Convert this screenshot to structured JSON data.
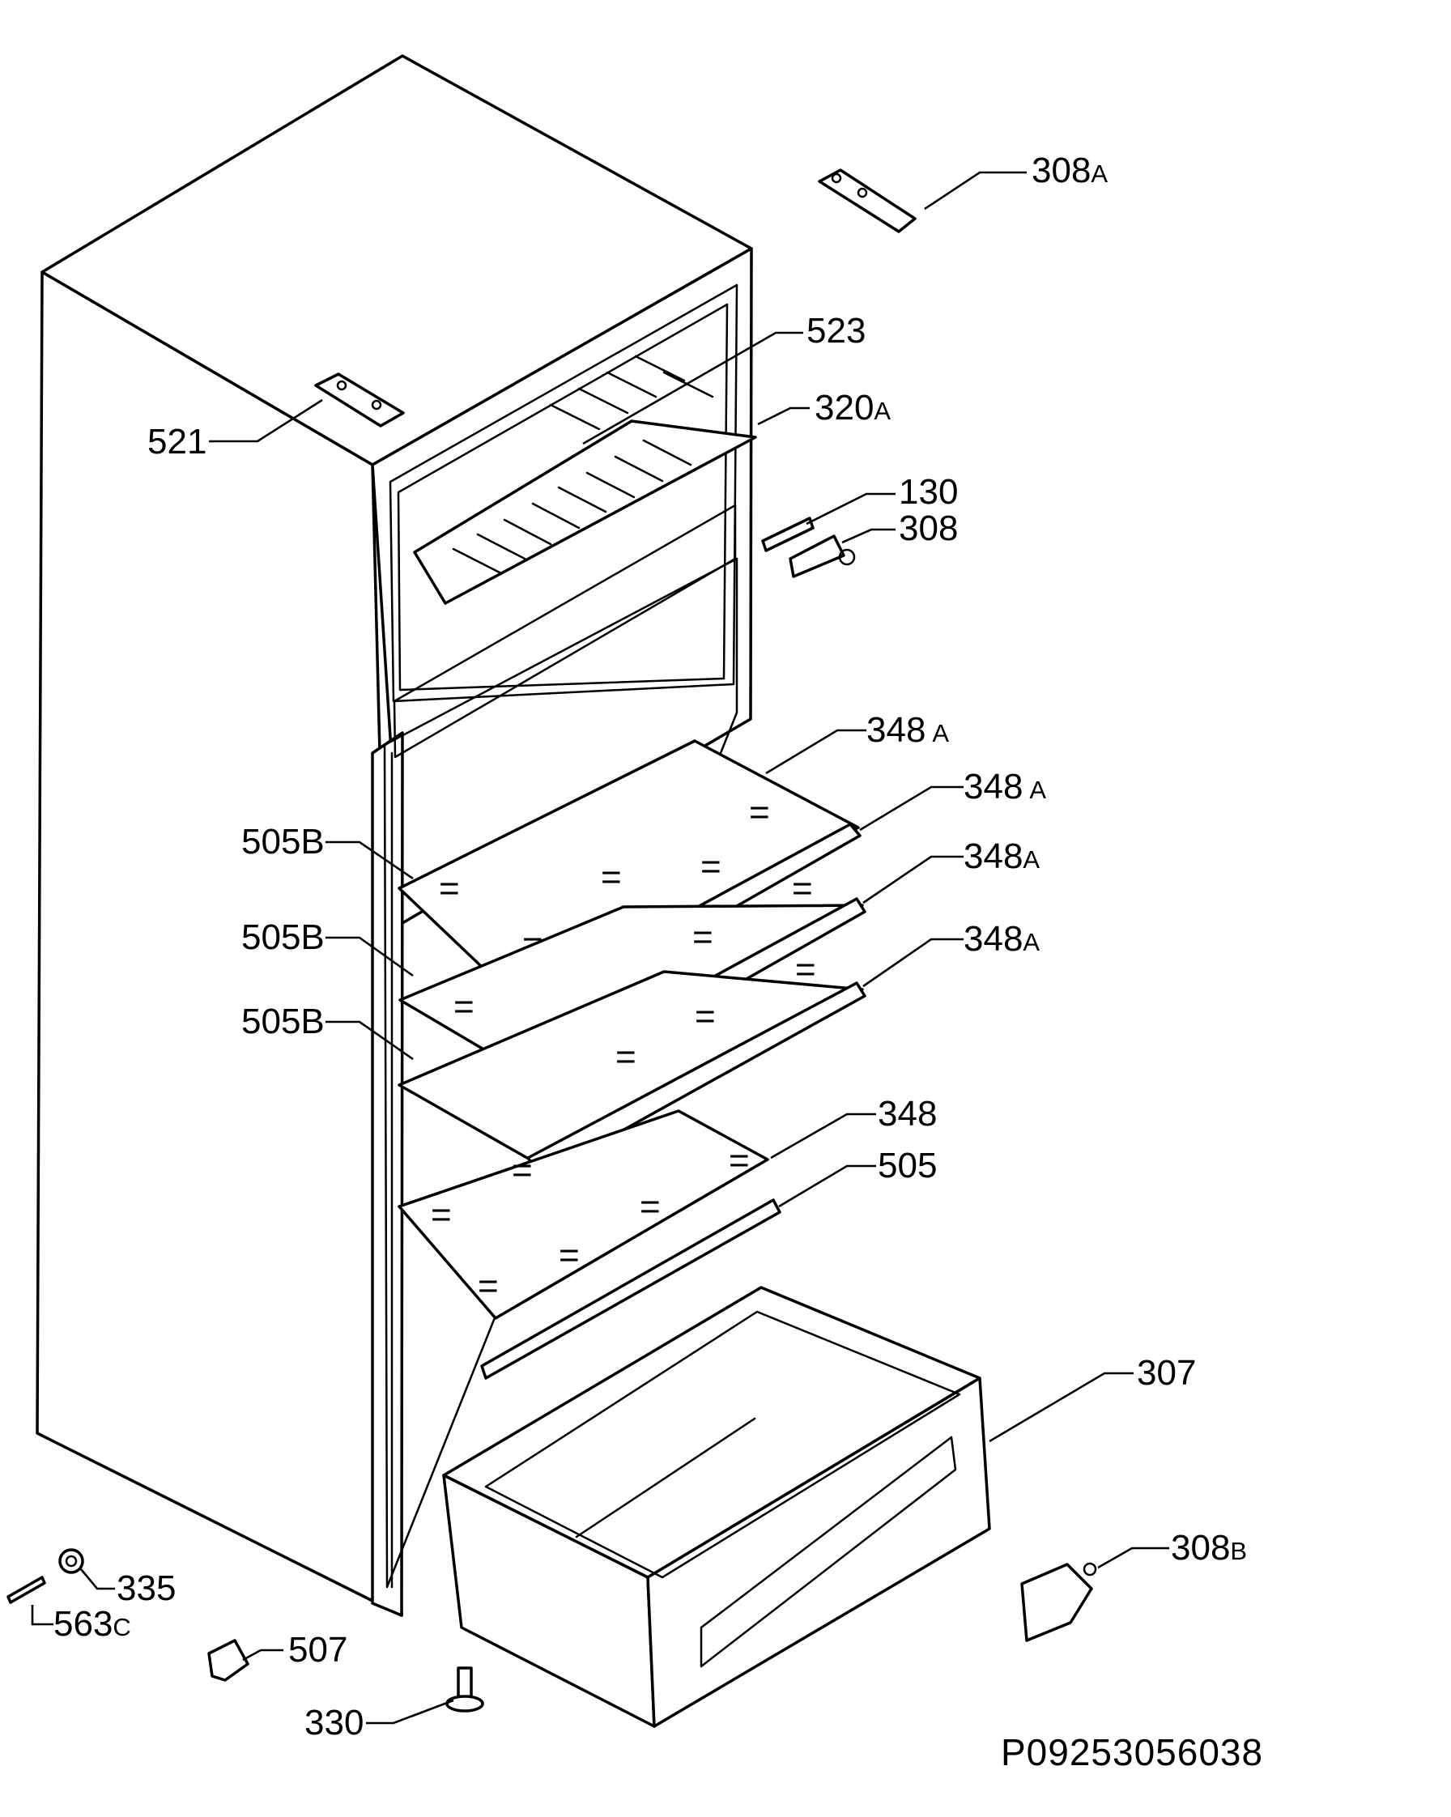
{
  "diagram": {
    "code": "P09253056038",
    "labels": {
      "l308A": {
        "num": "308",
        "suf": "A"
      },
      "l523": {
        "num": "523",
        "suf": ""
      },
      "l320A": {
        "num": "320",
        "suf": "A"
      },
      "l521": {
        "num": "521",
        "suf": ""
      },
      "l130": {
        "num": "130",
        "suf": ""
      },
      "l308": {
        "num": "308",
        "suf": ""
      },
      "l348A1": {
        "num": "348",
        "suf": "A"
      },
      "l348A2": {
        "num": "348",
        "suf": "A"
      },
      "l348A3": {
        "num": "348",
        "suf": "A"
      },
      "l348A4": {
        "num": "348",
        "suf": "A"
      },
      "l505B1": {
        "num": "505B",
        "suf": ""
      },
      "l505B2": {
        "num": "505B",
        "suf": ""
      },
      "l505B3": {
        "num": "505B",
        "suf": ""
      },
      "l348": {
        "num": "348",
        "suf": ""
      },
      "l505": {
        "num": "505",
        "suf": ""
      },
      "l307": {
        "num": "307",
        "suf": ""
      },
      "l335": {
        "num": "335",
        "suf": ""
      },
      "l563C": {
        "num": "563",
        "suf": "C"
      },
      "l507": {
        "num": "507",
        "suf": ""
      },
      "l308B": {
        "num": "308",
        "suf": "B"
      },
      "l330": {
        "num": "330",
        "suf": ""
      }
    }
  }
}
